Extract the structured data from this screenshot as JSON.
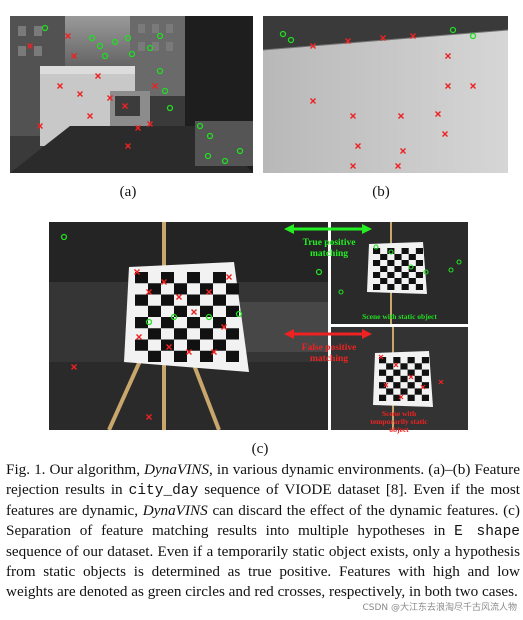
{
  "figure": {
    "labels": {
      "a": "(a)",
      "b": "(b)",
      "c": "(c)"
    },
    "annotations": {
      "true_positive": "True positive matching",
      "false_positive": "False positive matching",
      "static_scene": "Scene with static object",
      "temporary_scene": "Scene with temporarily static object"
    },
    "colors": {
      "high_weight": "#22dd22",
      "low_weight": "#ee2222",
      "arrow_green": "#22ee22",
      "arrow_red": "#ee2222"
    }
  },
  "caption": {
    "p1": "Fig. 1. Our algorithm, ",
    "algo1": "DynaVINS",
    "p2": ", in various dynamic environments. (a)–(b) Feature rejection results in ",
    "seq1": "city_day",
    "p3": " sequence of VIODE dataset [8]. Even if the most features are dynamic, ",
    "algo2": "DynaVINS",
    "p4": " can discard the effect of the dynamic features. (c) Separation of feature matching results into multiple hypotheses in ",
    "seq2": "E shape",
    "p5": " sequence of our dataset. Even if a temporarily static object exists, only a hypothesis from static objects is determined as true positive. Features with high and low weights are denoted as green circles and red crosses, respectively, in both two cases."
  },
  "watermark": "CSDN @大江东去浪淘尽千古风流人物"
}
